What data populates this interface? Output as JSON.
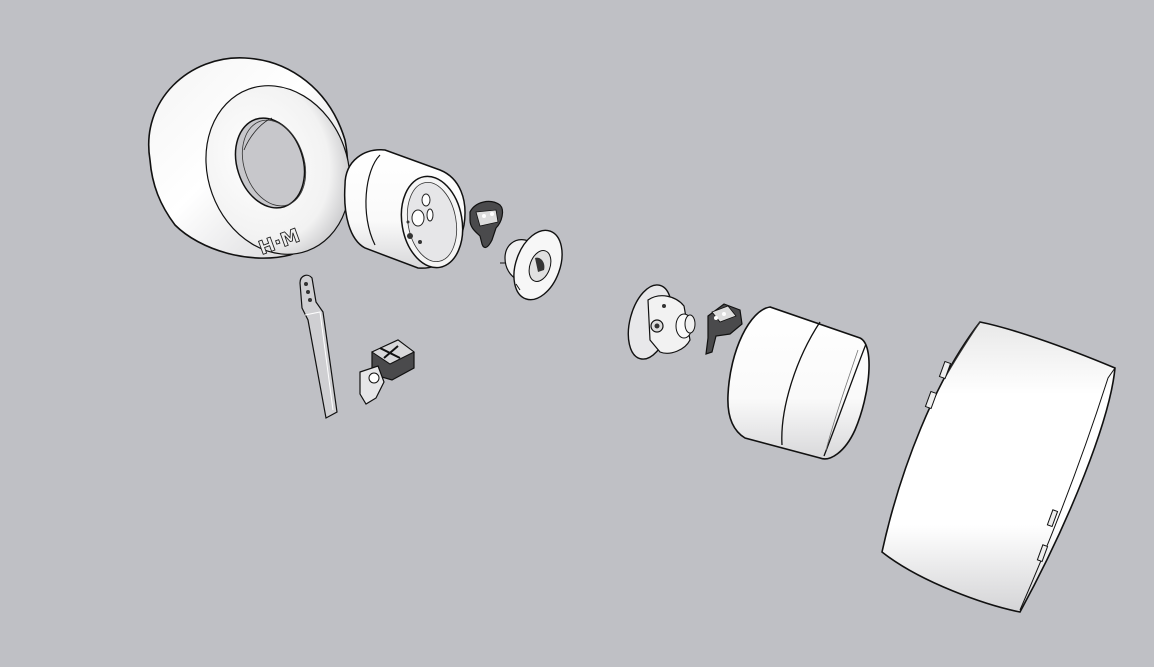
{
  "scene": {
    "background": "#bfc0c5",
    "outline_color": "#111111",
    "fill_light": "#ffffff",
    "fill_shade": "#d6d6d8",
    "dark_part": "#3a3a3a"
  },
  "parts": [
    {
      "name": "left-tire",
      "embossed_text": "H·M"
    },
    {
      "name": "left-rim"
    },
    {
      "name": "left-brake-caliper"
    },
    {
      "name": "left-hub"
    },
    {
      "name": "wrench"
    },
    {
      "name": "center-caliper"
    },
    {
      "name": "right-hub"
    },
    {
      "name": "right-brake-caliper"
    },
    {
      "name": "right-rim"
    },
    {
      "name": "right-tire"
    }
  ]
}
